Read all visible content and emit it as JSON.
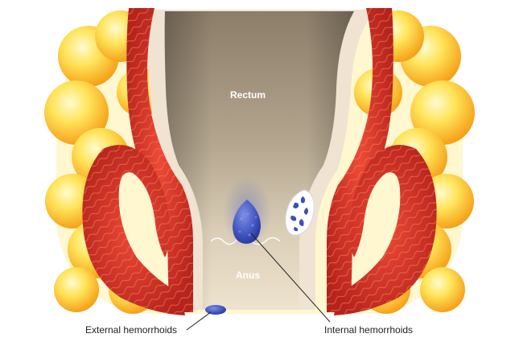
{
  "labels": {
    "rectum": "Rectum",
    "anus": "Anus",
    "external": "External hemorrhoids",
    "internal": "Internal hemorrhoids"
  },
  "colors": {
    "fat_light": "#fff6a8",
    "fat": "#ffd23a",
    "fat_dark": "#f5a21a",
    "muscle": "#e0352b",
    "muscle_dark": "#a81f1a",
    "muscle_line": "#f06a50",
    "wall": "#f1e3d1",
    "lumen_dark": "#8b7c68",
    "lumen_light": "#e9dcc6",
    "hemorrhoid": "#4c62c8",
    "hemorrhoid_dark": "#25339a",
    "leader": "#222222"
  }
}
